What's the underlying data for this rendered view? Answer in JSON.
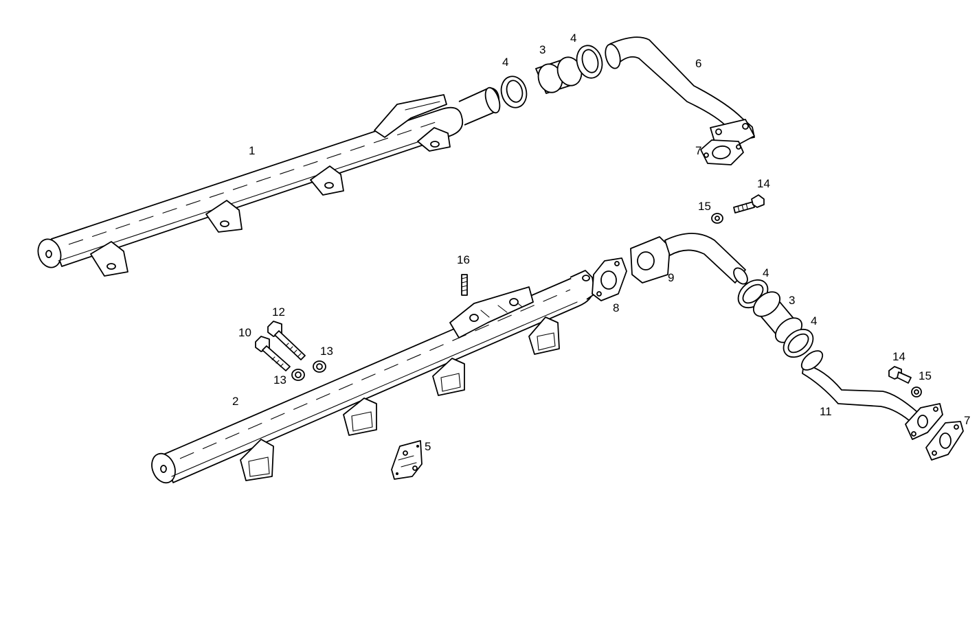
{
  "callouts": {
    "c1": "1",
    "c2": "2",
    "c3a": "3",
    "c3b": "3",
    "c4a": "4",
    "c4b": "4",
    "c4c": "4",
    "c4d": "4",
    "c5": "5",
    "c6": "6",
    "c7a": "7",
    "c7b": "7",
    "c8": "8",
    "c9": "9",
    "c10": "10",
    "c11": "11",
    "c12": "12",
    "c13a": "13",
    "c13b": "13",
    "c14a": "14",
    "c14b": "14",
    "c15a": "15",
    "c15b": "15",
    "c16": "16"
  }
}
